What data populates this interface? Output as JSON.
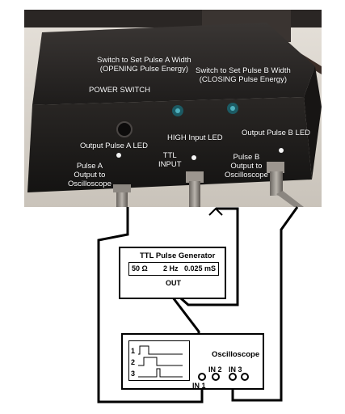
{
  "photo": {
    "labels": {
      "switch_a": [
        "Switch to Set Pulse A Width",
        "(OPENING Pulse Energy)"
      ],
      "switch_b": [
        "Switch to Set Pulse B Width",
        "(CLOSING Pulse Energy)"
      ],
      "power_switch": [
        "POWER SWITCH"
      ],
      "high_input_led": [
        "HIGH Input LED"
      ],
      "output_pulse_a_led": [
        "Output Pulse A LED"
      ],
      "output_pulse_b_led": [
        "Output Pulse B LED"
      ],
      "ttl_input": [
        "TTL",
        "INPUT"
      ],
      "pulse_a_output": [
        "Pulse A",
        "Output to",
        "Oscilloscope"
      ],
      "pulse_b_output": [
        "Pulse B",
        "Output to",
        "Oscilloscope"
      ]
    }
  },
  "generator": {
    "title": "TTL Pulse Generator",
    "impedance": "50 Ω",
    "frequency": "2 Hz",
    "pulse_width": "0.025 mS",
    "out_label": "OUT"
  },
  "oscilloscope": {
    "title": "Oscilloscope",
    "channels": [
      "1",
      "2",
      "3"
    ],
    "inputs": [
      "IN 1",
      "IN 2",
      "IN 3"
    ]
  },
  "colors": {
    "wire": "#000000",
    "photo_bg": "#d9d4cc",
    "device_body": "#1c1a19",
    "label_text": "#ffffff"
  }
}
